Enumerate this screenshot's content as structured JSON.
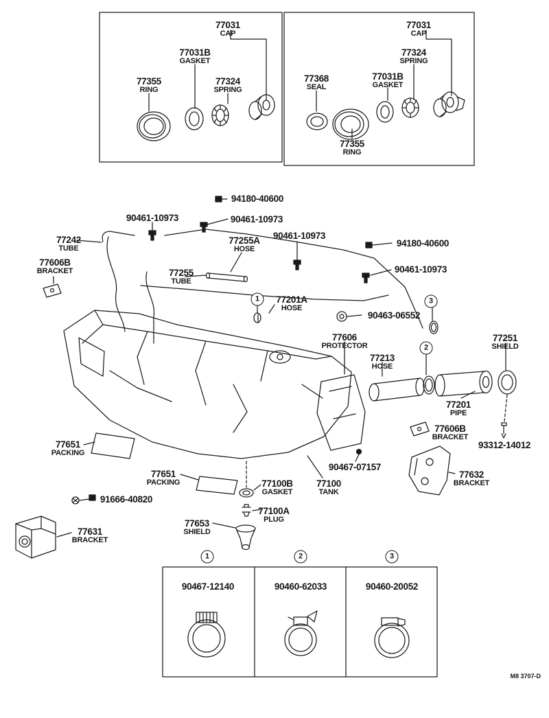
{
  "doc": {
    "footnote": "M8 3707-D"
  },
  "inset_left": {
    "callouts": [
      {
        "part": "77031",
        "name": "CAP"
      },
      {
        "part": "77031B",
        "name": "GASKET"
      },
      {
        "part": "77355",
        "name": "RING"
      },
      {
        "part": "77324",
        "name": "SPRING"
      }
    ]
  },
  "inset_right": {
    "callouts": [
      {
        "part": "77031",
        "name": "CAP"
      },
      {
        "part": "77324",
        "name": "SPRING"
      },
      {
        "part": "77368",
        "name": "SEAL"
      },
      {
        "part": "77031B",
        "name": "GASKET"
      },
      {
        "part": "77355",
        "name": "RING"
      }
    ]
  },
  "main": {
    "callouts": [
      {
        "part": "94180-40600"
      },
      {
        "part": "90461-10973"
      },
      {
        "part": "90461-10973"
      },
      {
        "part": "77242",
        "name": "TUBE"
      },
      {
        "part": "77255A",
        "name": "HOSE"
      },
      {
        "part": "90461-10973"
      },
      {
        "part": "94180-40600"
      },
      {
        "part": "77606B",
        "name": "BRACKET"
      },
      {
        "part": "77255",
        "name": "TUBE"
      },
      {
        "part": "90461-10973"
      },
      {
        "part": "77201A",
        "name": "HOSE"
      },
      {
        "part": "90463-06552"
      },
      {
        "part": "77606",
        "name": "PROTECTOR"
      },
      {
        "part": "77251",
        "name": "SHIELD"
      },
      {
        "part": "77213",
        "name": "HOSE"
      },
      {
        "part": "77201",
        "name": "PIPE"
      },
      {
        "part": "77606B",
        "name": "BRACKET"
      },
      {
        "part": "93312-14012"
      },
      {
        "part": "77651",
        "name": "PACKING"
      },
      {
        "part": "90467-07157"
      },
      {
        "part": "77651",
        "name": "PACKING"
      },
      {
        "part": "77100B",
        "name": "GASKET"
      },
      {
        "part": "77100",
        "name": "TANK"
      },
      {
        "part": "77632",
        "name": "BRACKET"
      },
      {
        "part": "91666-40820"
      },
      {
        "part": "77100A",
        "name": "PLUG"
      },
      {
        "part": "77631",
        "name": "BRACKET"
      },
      {
        "part": "77653",
        "name": "SHIELD"
      }
    ],
    "markers": [
      {
        "num": "1"
      },
      {
        "num": "2"
      },
      {
        "num": "3"
      }
    ]
  },
  "legend": {
    "items": [
      {
        "num": "1",
        "part": "90467-12140"
      },
      {
        "num": "2",
        "part": "90460-62033"
      },
      {
        "num": "3",
        "part": "90460-20052"
      }
    ]
  }
}
